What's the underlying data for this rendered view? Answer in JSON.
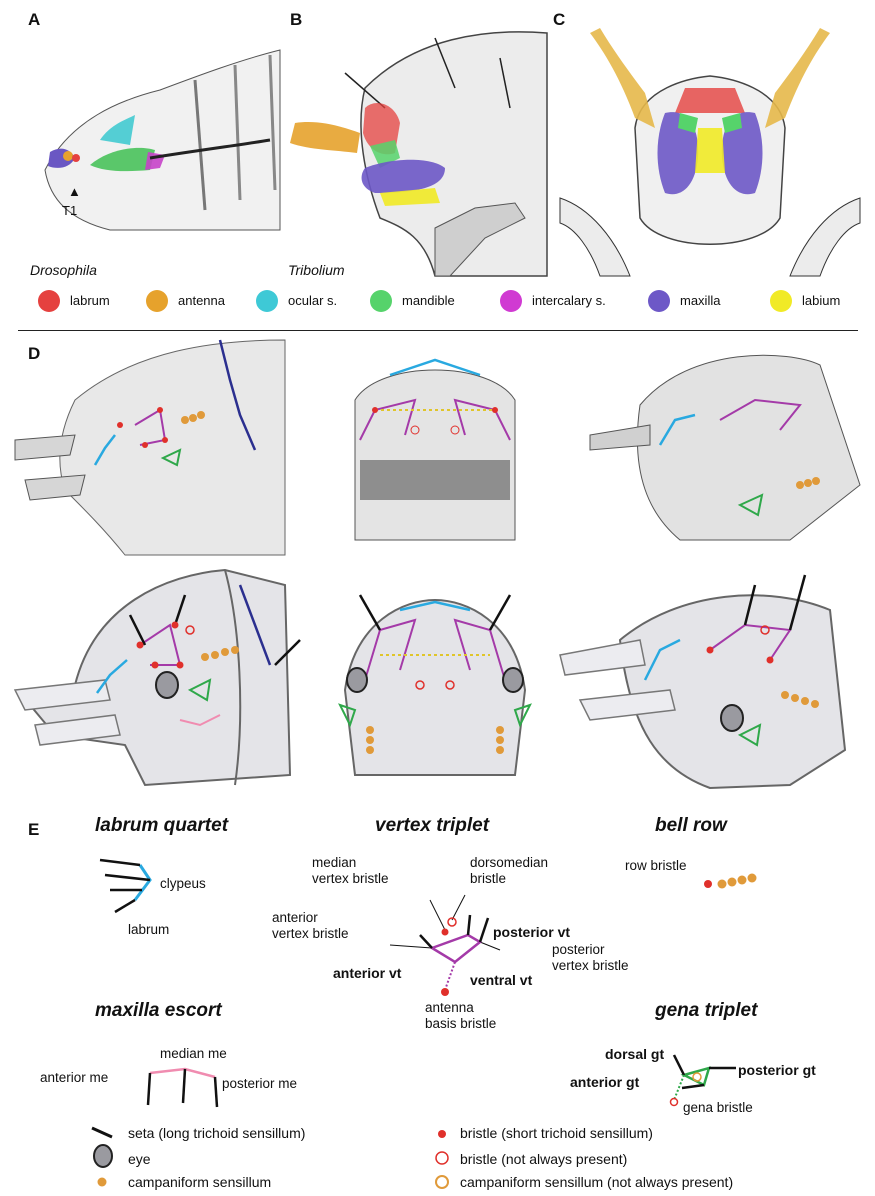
{
  "panels": {
    "A": "A",
    "B": "B",
    "C": "C",
    "D": "D",
    "E": "E"
  },
  "panel_a": {
    "marker": "T1",
    "species": "Drosophila"
  },
  "panel_b": {
    "species": "Tribolium"
  },
  "structure_legend": [
    {
      "label": "labrum",
      "color": "#e5413f"
    },
    {
      "label": "antenna",
      "color": "#e6a22c"
    },
    {
      "label": "ocular s.",
      "color": "#3ec9d6"
    },
    {
      "label": "mandible",
      "color": "#56d36b"
    },
    {
      "label": "intercalary s.",
      "color": "#d03ad2"
    },
    {
      "label": "maxilla",
      "color": "#6d58c7"
    },
    {
      "label": "labium",
      "color": "#f1ea26"
    }
  ],
  "patterns": {
    "labrum_quartet": {
      "title": "labrum quartet",
      "clypeus": "clypeus",
      "labrum": "labrum"
    },
    "vertex_triplet": {
      "title": "vertex triplet",
      "median_vertex_bristle": "median\nvertex bristle",
      "dorsomedian_bristle": "dorsomedian\nbristle",
      "anterior_vertex_bristle": "anterior\nvertex bristle",
      "posterior_vt": "posterior vt",
      "posterior_vertex_bristle": "posterior\nvertex bristle",
      "anterior_vt": "anterior vt",
      "ventral_vt": "ventral vt",
      "antenna_basis_bristle": "antenna\nbasis bristle"
    },
    "bell_row": {
      "title": "bell row",
      "row_bristle": "row bristle"
    },
    "maxilla_escort": {
      "title": "maxilla escort",
      "median_me": "median me",
      "anterior_me": "anterior me",
      "posterior_me": "posterior me"
    },
    "gena_triplet": {
      "title": "gena triplet",
      "dorsal_gt": "dorsal gt",
      "anterior_gt": "anterior gt",
      "posterior_gt": "posterior gt",
      "gena_bristle": "gena bristle"
    }
  },
  "symbol_key": [
    {
      "symbol": "seta-icon",
      "label": "seta (long trichoid sensillum)"
    },
    {
      "symbol": "eye-icon",
      "label": "eye"
    },
    {
      "symbol": "campaniform-icon",
      "label": "campaniform sensillum"
    },
    {
      "symbol": "bristle-icon",
      "label": "bristle (short trichoid sensillum)"
    },
    {
      "symbol": "bristle-optional-icon",
      "label": "bristle (not always present)"
    },
    {
      "symbol": "campaniform-optional-icon",
      "label": "campaniform sensillum (not always present)"
    }
  ],
  "colors": {
    "bristle": "#e0302b",
    "campaniform": "#e09a3a",
    "clypeus_line": "#29a9e0",
    "vertex_line": "#a43aa8",
    "gena_line": "#2fa84a",
    "escort_line": "#f08cb0",
    "dorsal_line": "#2b2f8f"
  }
}
